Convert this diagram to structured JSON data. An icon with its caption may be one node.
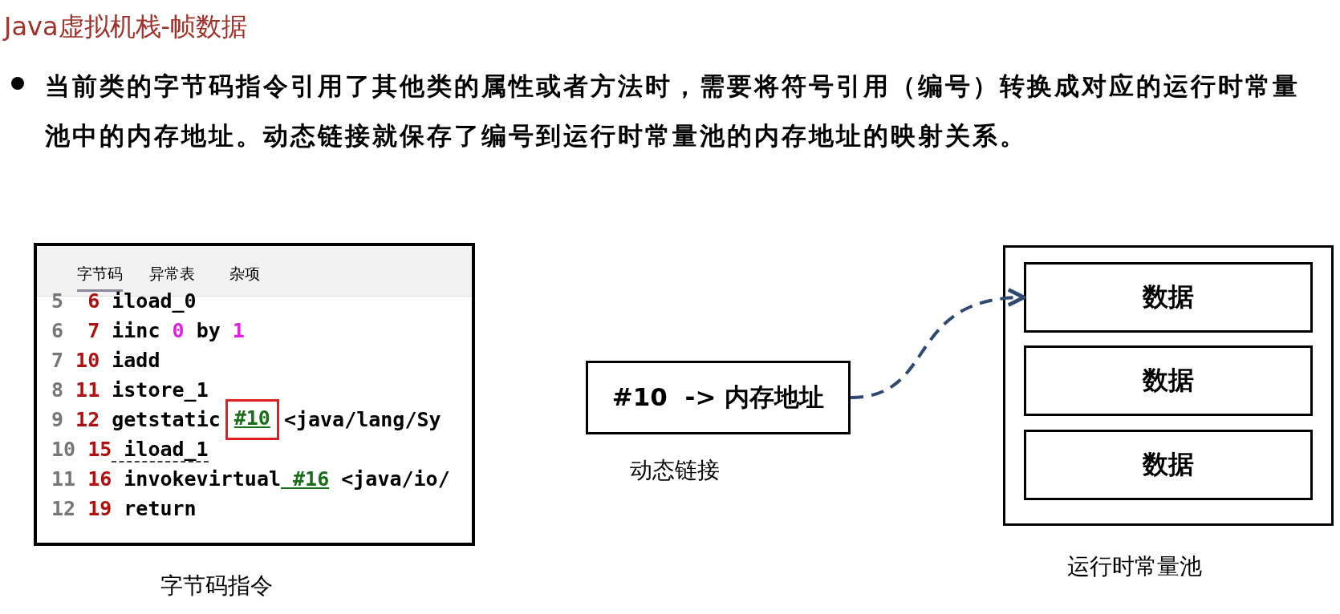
{
  "diagram": {
    "title": "Java虚拟机栈-帧数据",
    "nodes": [
      {
        "text": [
          "字节码",
          "异常表",
          "杂项",
          "5 6 iload_0",
          "6 7 iinc 0 by 1",
          "7 10 iadd",
          "8 11 istore_1",
          "9 12 getstatic",
          "<java/lang/Sy",
          "10 15 iload_1",
          "11 16 invokevirtual #16 <java/io/",
          "12 19 return"
        ],
        "beside": [
          "字节码指令"
        ]
      },
      {
        "text": [
          "#10"
        ],
        "in": 0
      },
      {
        "text": [
          "#10  -> 内存地址"
        ],
        "beside": [
          "动态链接"
        ]
      },
      {
        "text": [],
        "shape": "box",
        "beside": [
          "运行时常量池"
        ]
      },
      {
        "text": [
          "数据"
        ],
        "in": 3
      },
      {
        "text": [
          "数据"
        ],
        "in": 3
      },
      {
        "text": [
          "数据"
        ],
        "in": 3
      }
    ],
    "edges": [
      {
        "from": 2,
        "to": 4,
        "arrow": "to",
        "style": "dashed",
        "color": "#2e4a72"
      }
    ],
    "labels": [
      "当前类的字节码指令引用了其他类的属性或者方法时，需要将符号引用（编号）转换成对应的运行时常量池中的内存地址。动态链接就保存了编号到运行时常量池的内存地址的映射关系。"
    ]
  }
}
